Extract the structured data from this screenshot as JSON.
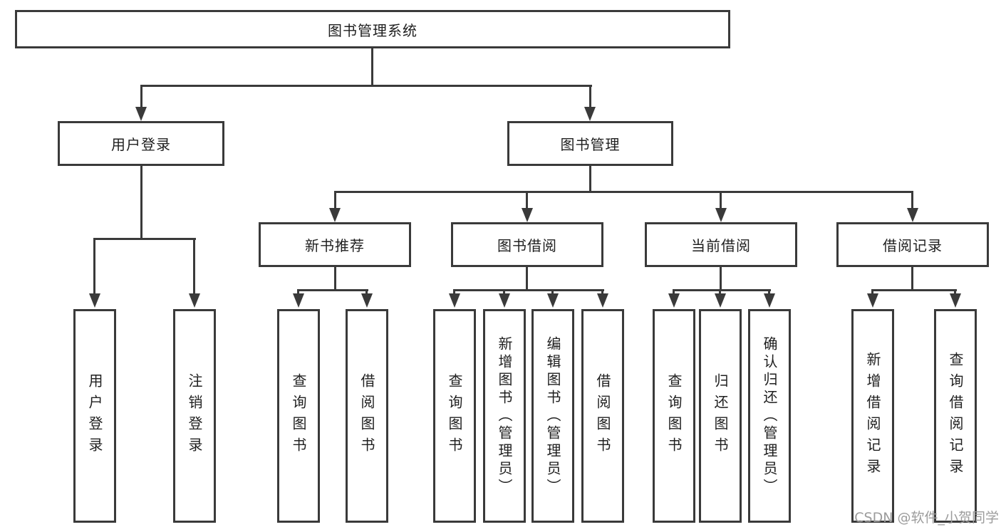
{
  "diagram": {
    "root": {
      "label": "图书管理系统"
    },
    "branches": [
      {
        "label": "用户登录",
        "children": [
          {
            "label": "用户登录"
          },
          {
            "label": "注销登录"
          }
        ]
      },
      {
        "label": "图书管理",
        "children": [
          {
            "label": "新书推荐",
            "children": [
              {
                "label": "查询图书"
              },
              {
                "label": "借阅图书"
              }
            ]
          },
          {
            "label": "图书借阅",
            "children": [
              {
                "label": "查询图书"
              },
              {
                "label": "新增图书（管理员）"
              },
              {
                "label": "编辑图书（管理员）"
              },
              {
                "label": "借阅图书"
              }
            ]
          },
          {
            "label": "当前借阅",
            "children": [
              {
                "label": "查询图书"
              },
              {
                "label": "归还图书"
              },
              {
                "label": "确认归还（管理员）"
              }
            ]
          },
          {
            "label": "借阅记录",
            "children": [
              {
                "label": "新增借阅记录"
              },
              {
                "label": "查询借阅记录"
              }
            ]
          }
        ]
      }
    ]
  },
  "watermark": {
    "text": "CSDN @软件_小贺同学"
  },
  "colors": {
    "line": "#3a3a3a",
    "text": "#1f1f1f",
    "background": "#ffffff",
    "watermark": "#9c9c9c"
  }
}
